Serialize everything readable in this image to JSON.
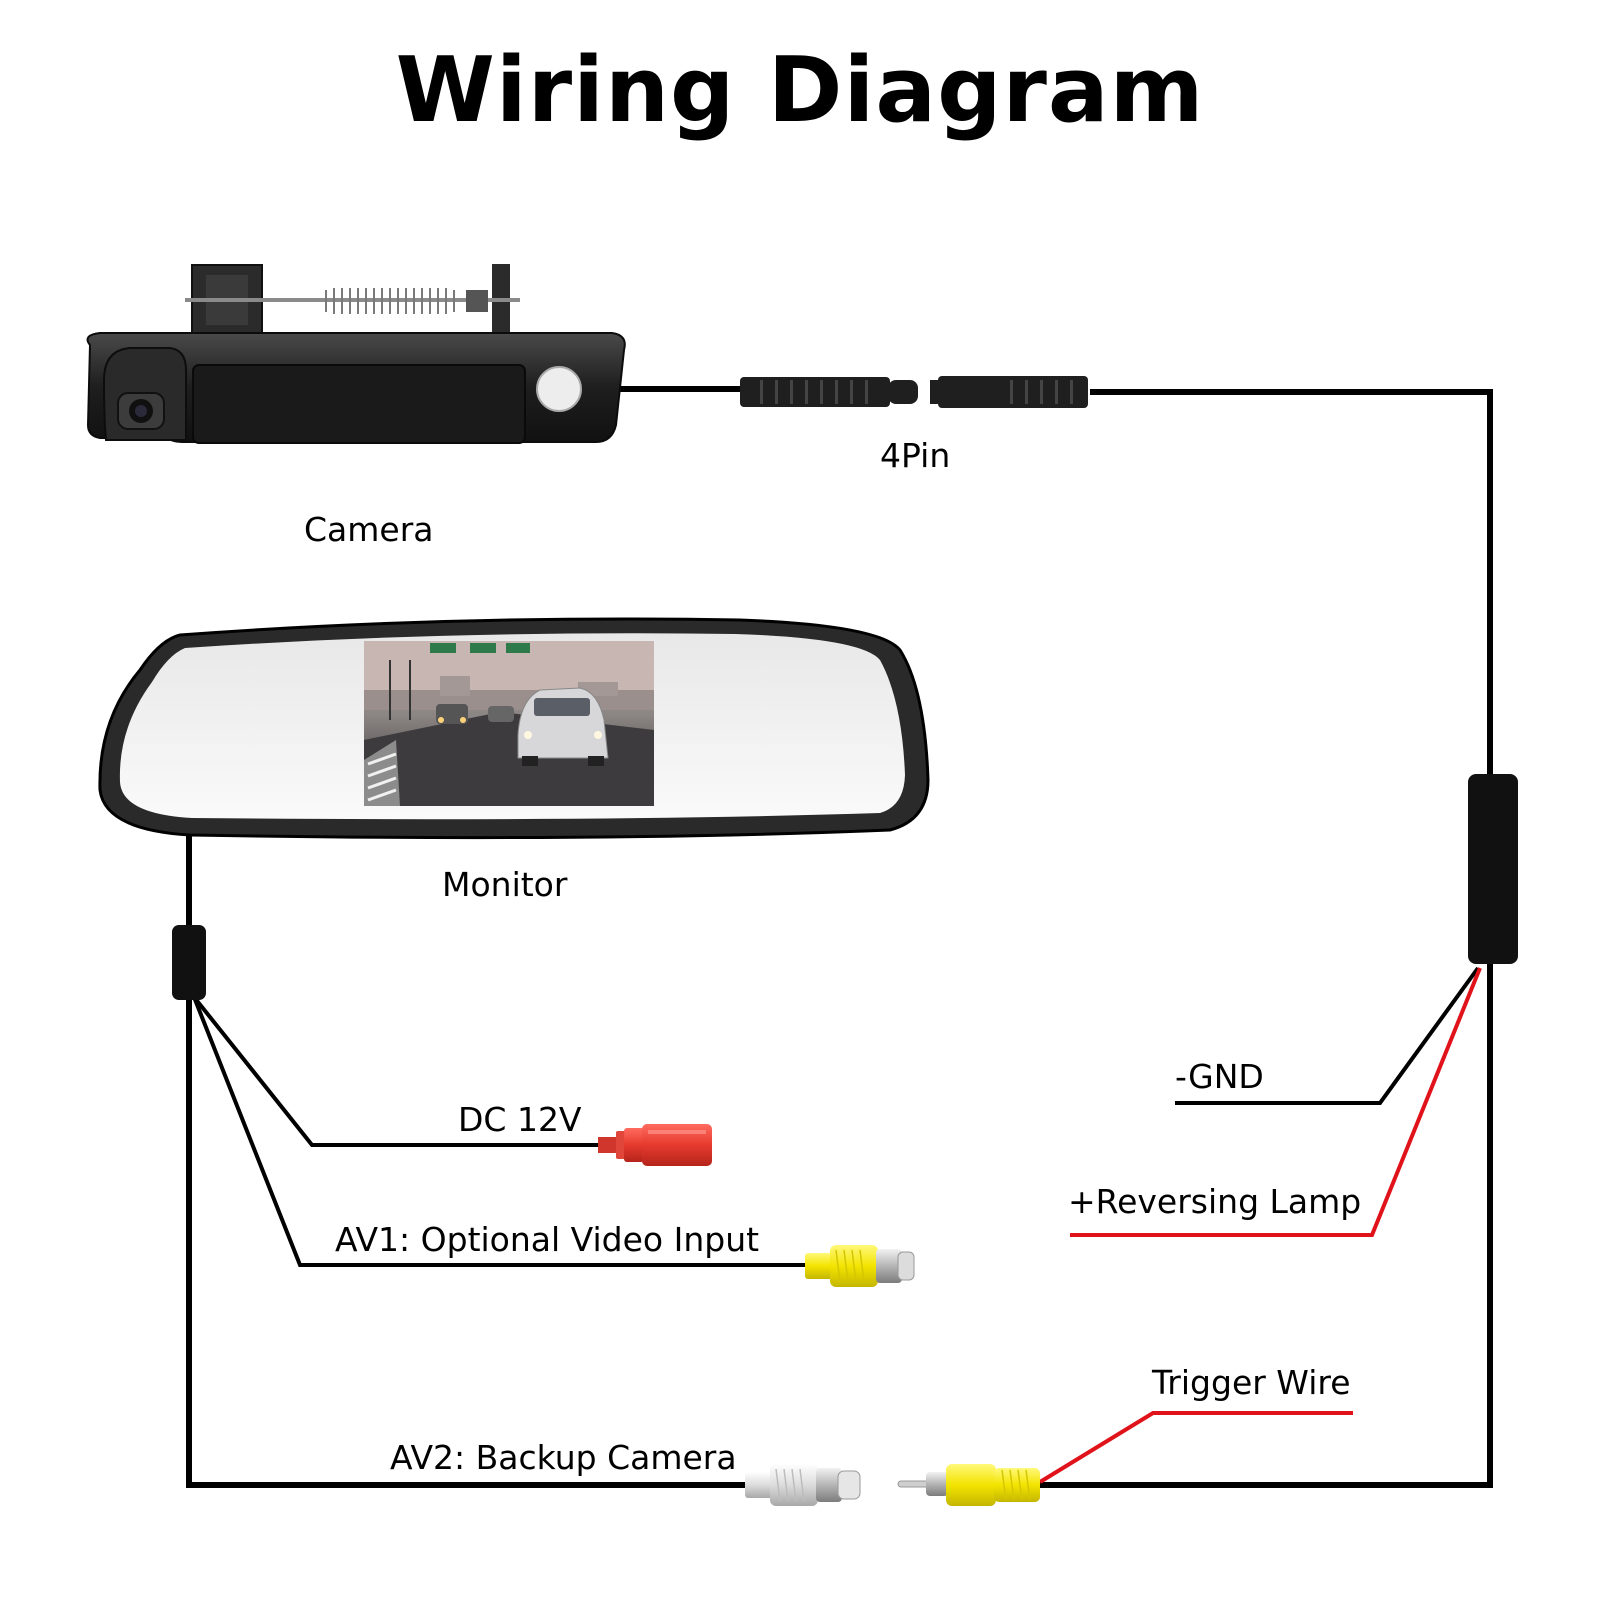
{
  "title": "Wiring Diagram",
  "components": {
    "camera": "Camera",
    "connector": "4Pin",
    "monitor": "Monitor"
  },
  "connections": {
    "dc": "DC 12V",
    "av1": "AV1: Optional Video Input",
    "av2": "AV2: Backup Camera",
    "gnd": "-GND",
    "reversing": "+Reversing Lamp",
    "trigger": "Trigger Wire"
  },
  "colors": {
    "wire": "#000000",
    "red_wire": "#e0121a",
    "power_plug": "#e63a2e",
    "video_plug": "#f3e400",
    "camera_plug": "#dcdcdc"
  }
}
